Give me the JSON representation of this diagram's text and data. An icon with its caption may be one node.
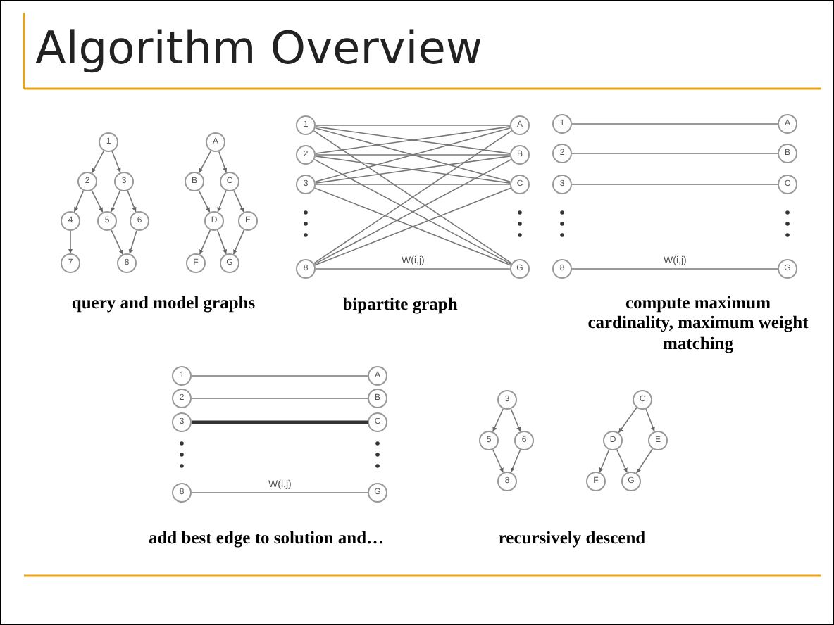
{
  "diagram": {
    "title": "Algorithm Overview",
    "nodes": [
      {
        "text": [
          "1"
        ]
      },
      {
        "text": [
          "2"
        ]
      },
      {
        "text": [
          "3"
        ]
      },
      {
        "text": [
          "4"
        ]
      },
      {
        "text": [
          "5"
        ]
      },
      {
        "text": [
          "6"
        ]
      },
      {
        "text": [
          "7"
        ]
      },
      {
        "text": [
          "8"
        ]
      },
      {
        "text": [
          "A"
        ]
      },
      {
        "text": [
          "B"
        ]
      },
      {
        "text": [
          "C"
        ]
      },
      {
        "text": [
          "D"
        ]
      },
      {
        "text": [
          "E"
        ]
      },
      {
        "text": [
          "F"
        ]
      },
      {
        "text": [
          "G"
        ]
      },
      {
        "text": [
          "1"
        ]
      },
      {
        "text": [
          "2"
        ]
      },
      {
        "text": [
          "3"
        ]
      },
      {
        "text": [
          "8"
        ]
      },
      {
        "text": [
          "A"
        ]
      },
      {
        "text": [
          "B"
        ]
      },
      {
        "text": [
          "C"
        ]
      },
      {
        "text": [
          "G"
        ]
      },
      {
        "text": [
          "1"
        ]
      },
      {
        "text": [
          "2"
        ]
      },
      {
        "text": [
          "3"
        ]
      },
      {
        "text": [
          "8"
        ]
      },
      {
        "text": [
          "A"
        ]
      },
      {
        "text": [
          "B"
        ]
      },
      {
        "text": [
          "C"
        ]
      },
      {
        "text": [
          "G"
        ]
      },
      {
        "text": [
          "1"
        ]
      },
      {
        "text": [
          "2"
        ]
      },
      {
        "text": [
          "3"
        ]
      },
      {
        "text": [
          "8"
        ]
      },
      {
        "text": [
          "A"
        ]
      },
      {
        "text": [
          "B"
        ]
      },
      {
        "text": [
          "C"
        ]
      },
      {
        "text": [
          "G"
        ]
      },
      {
        "text": [
          "3"
        ]
      },
      {
        "text": [
          "5"
        ]
      },
      {
        "text": [
          "6"
        ]
      },
      {
        "text": [
          "8"
        ]
      },
      {
        "text": [
          "C"
        ]
      },
      {
        "text": [
          "D"
        ]
      },
      {
        "text": [
          "E"
        ]
      },
      {
        "text": [
          "F"
        ]
      },
      {
        "text": [
          "G"
        ]
      }
    ],
    "edges": [
      {
        "from": 0,
        "to": 1,
        "arrow": "to"
      },
      {
        "from": 0,
        "to": 2,
        "arrow": "to"
      },
      {
        "from": 1,
        "to": 3,
        "arrow": "to"
      },
      {
        "from": 1,
        "to": 4,
        "arrow": "to"
      },
      {
        "from": 2,
        "to": 4,
        "arrow": "to"
      },
      {
        "from": 2,
        "to": 5,
        "arrow": "to"
      },
      {
        "from": 3,
        "to": 6,
        "arrow": "to"
      },
      {
        "from": 4,
        "to": 7,
        "arrow": "to"
      },
      {
        "from": 5,
        "to": 7,
        "arrow": "to"
      },
      {
        "from": 8,
        "to": 9,
        "arrow": "to"
      },
      {
        "from": 8,
        "to": 10,
        "arrow": "to"
      },
      {
        "from": 9,
        "to": 11,
        "arrow": "to"
      },
      {
        "from": 10,
        "to": 11,
        "arrow": "to"
      },
      {
        "from": 10,
        "to": 12,
        "arrow": "to"
      },
      {
        "from": 11,
        "to": 13,
        "arrow": "to"
      },
      {
        "from": 11,
        "to": 14,
        "arrow": "to"
      },
      {
        "from": 12,
        "to": 14,
        "arrow": "to"
      },
      {
        "from": 15,
        "to": 19,
        "arrow": "none"
      },
      {
        "from": 15,
        "to": 20,
        "arrow": "none"
      },
      {
        "from": 15,
        "to": 21,
        "arrow": "none"
      },
      {
        "from": 15,
        "to": 22,
        "arrow": "none"
      },
      {
        "from": 16,
        "to": 19,
        "arrow": "none"
      },
      {
        "from": 16,
        "to": 20,
        "arrow": "none"
      },
      {
        "from": 16,
        "to": 21,
        "arrow": "none"
      },
      {
        "from": 16,
        "to": 22,
        "arrow": "none"
      },
      {
        "from": 17,
        "to": 19,
        "arrow": "none"
      },
      {
        "from": 17,
        "to": 20,
        "arrow": "none"
      },
      {
        "from": 17,
        "to": 21,
        "arrow": "none"
      },
      {
        "from": 17,
        "to": 22,
        "arrow": "none"
      },
      {
        "from": 18,
        "to": 19,
        "arrow": "none"
      },
      {
        "from": 18,
        "to": 20,
        "arrow": "none"
      },
      {
        "from": 18,
        "to": 21,
        "arrow": "none"
      },
      {
        "from": 18,
        "to": 22,
        "arrow": "none",
        "label": "W(i,j)"
      },
      {
        "from": 23,
        "to": 27,
        "arrow": "none"
      },
      {
        "from": 24,
        "to": 28,
        "arrow": "none"
      },
      {
        "from": 25,
        "to": 29,
        "arrow": "none"
      },
      {
        "from": 26,
        "to": 30,
        "arrow": "none",
        "label": "W(i,j)"
      },
      {
        "from": 31,
        "to": 35,
        "arrow": "none"
      },
      {
        "from": 32,
        "to": 36,
        "arrow": "none"
      },
      {
        "from": 33,
        "to": 37,
        "arrow": "none",
        "style": "thick"
      },
      {
        "from": 34,
        "to": 38,
        "arrow": "none",
        "label": "W(i,j)"
      },
      {
        "from": 39,
        "to": 40,
        "arrow": "to"
      },
      {
        "from": 39,
        "to": 41,
        "arrow": "to"
      },
      {
        "from": 40,
        "to": 42,
        "arrow": "to"
      },
      {
        "from": 41,
        "to": 42,
        "arrow": "to"
      },
      {
        "from": 43,
        "to": 44,
        "arrow": "to"
      },
      {
        "from": 43,
        "to": 45,
        "arrow": "to"
      },
      {
        "from": 44,
        "to": 46,
        "arrow": "to"
      },
      {
        "from": 44,
        "to": 47,
        "arrow": "to"
      },
      {
        "from": 45,
        "to": 47,
        "arrow": "to"
      }
    ],
    "labels": [
      "query and model graphs",
      "bipartite graph",
      "compute maximum cardinality, maximum weight matching",
      "add best edge to solution and…",
      "recursively descend"
    ]
  }
}
